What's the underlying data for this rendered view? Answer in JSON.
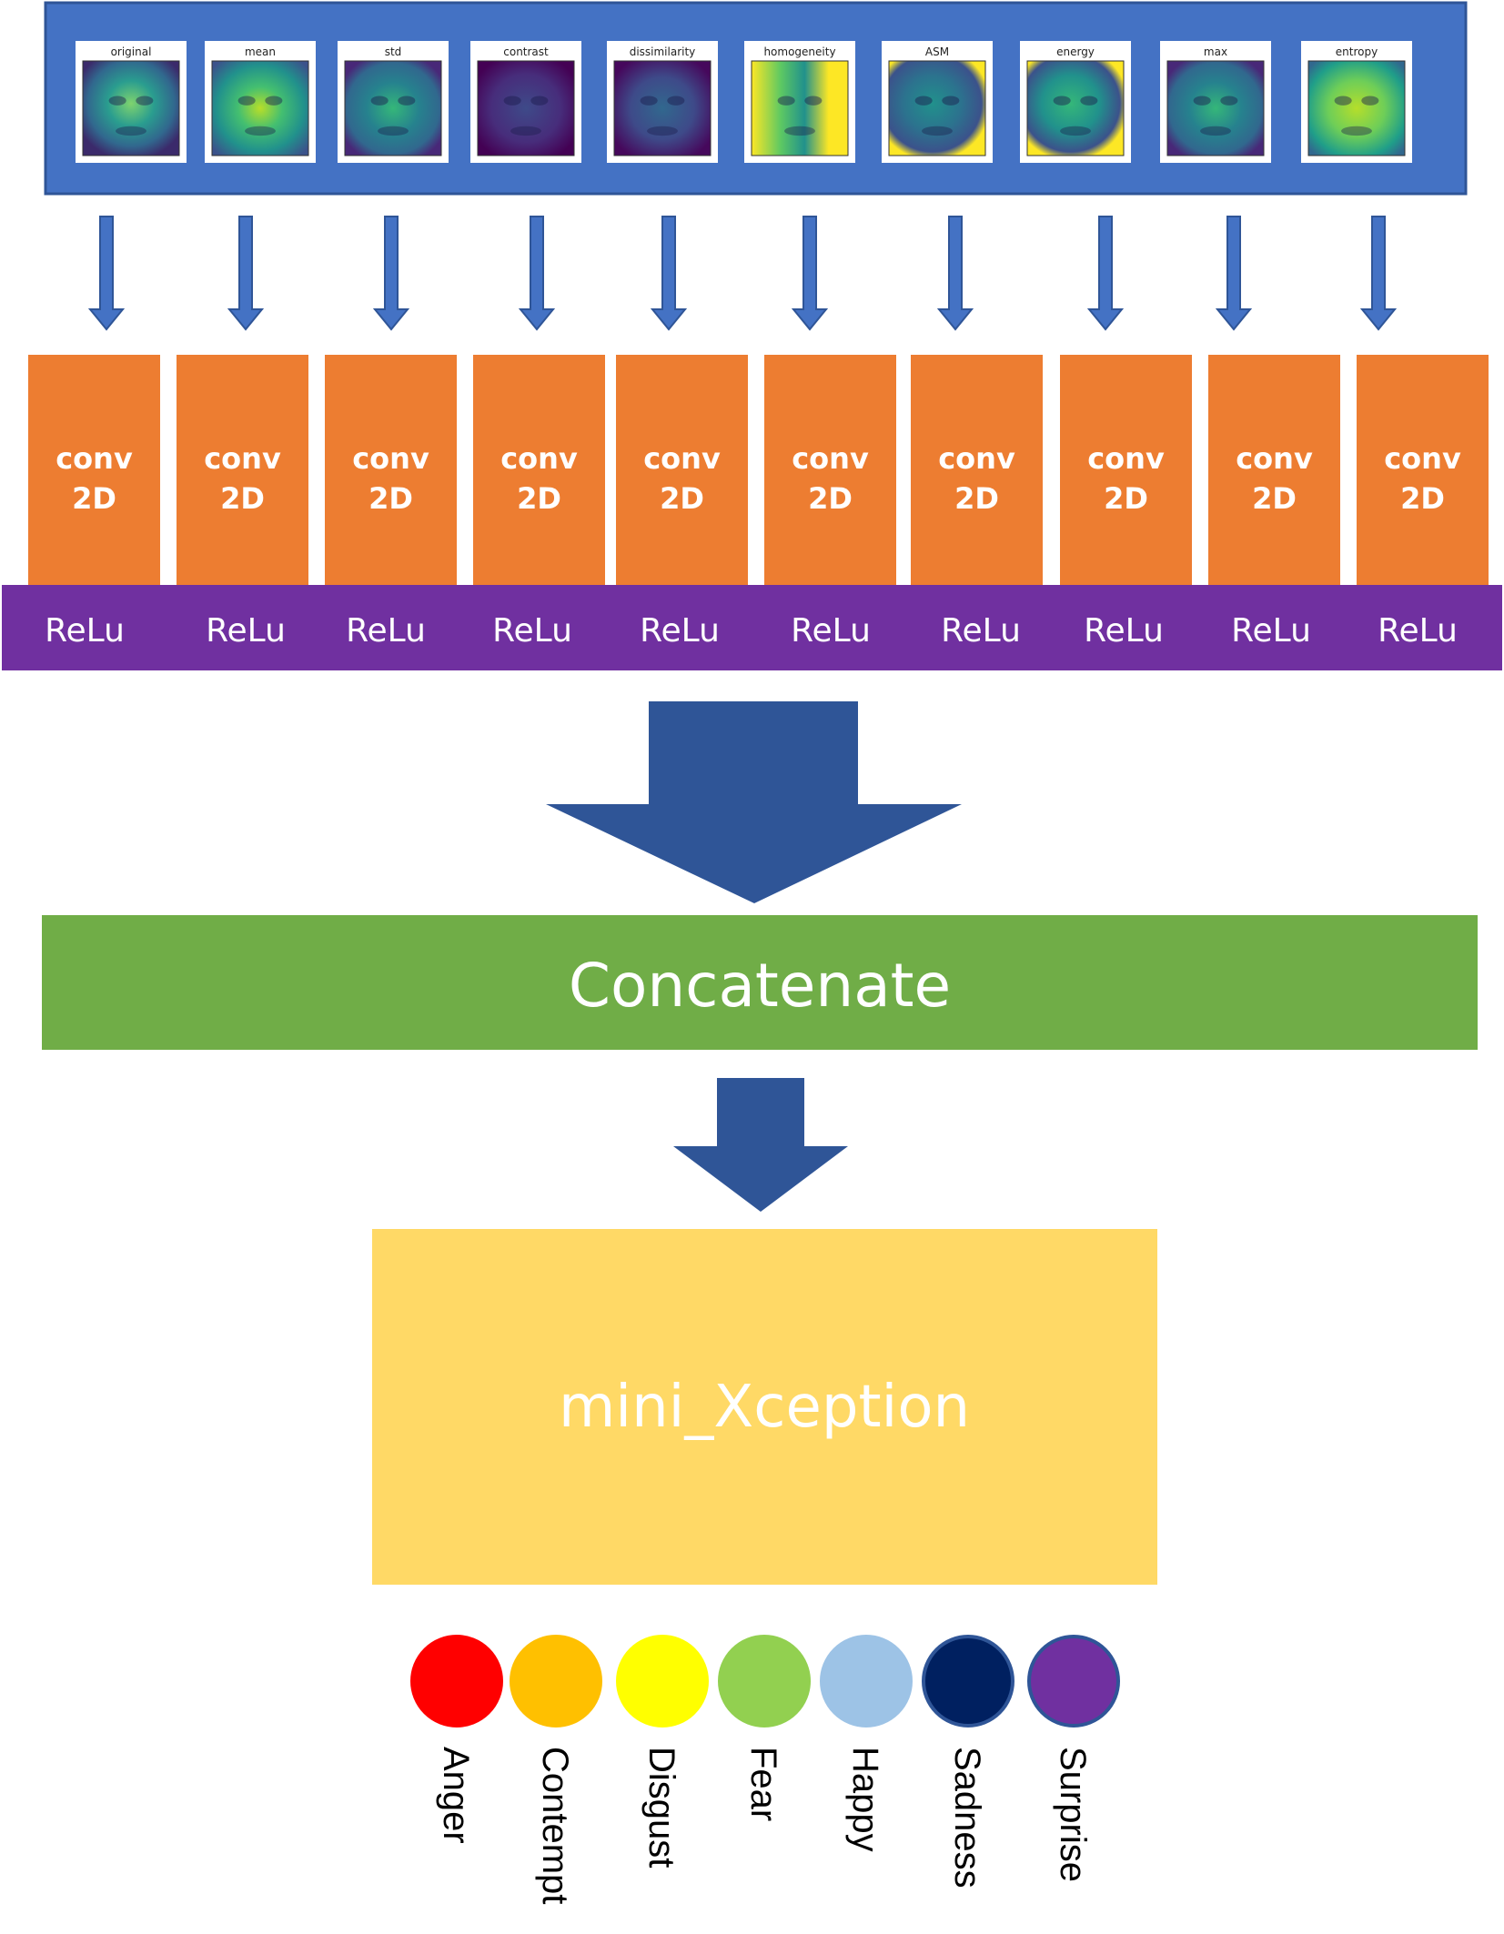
{
  "feature_maps": [
    {
      "title": "original",
      "style": "face"
    },
    {
      "title": "mean",
      "style": "blur"
    },
    {
      "title": "std",
      "style": "edges"
    },
    {
      "title": "contrast",
      "style": "dark"
    },
    {
      "title": "dissimilarity",
      "style": "dark2"
    },
    {
      "title": "homogeneity",
      "style": "bright"
    },
    {
      "title": "ASM",
      "style": "asm"
    },
    {
      "title": "energy",
      "style": "energy"
    },
    {
      "title": "max",
      "style": "edges"
    },
    {
      "title": "entropy",
      "style": "entropy"
    }
  ],
  "conv_label_line1": "conv",
  "conv_label_line2": "2D",
  "relu_label": "ReLu",
  "concatenate_label": "Concatenate",
  "model_label": "mini_Xception",
  "emotions": [
    {
      "label": "Anger",
      "color": "#ff0000",
      "stroke": "#ff0000"
    },
    {
      "label": "Contempt",
      "color": "#ffc000",
      "stroke": "#ffc000"
    },
    {
      "label": "Disgust",
      "color": "#ffff00",
      "stroke": "#ffff00"
    },
    {
      "label": "Fear",
      "color": "#92d050",
      "stroke": "#92d050"
    },
    {
      "label": "Happy",
      "color": "#9dc3e6",
      "stroke": "#9dc3e6"
    },
    {
      "label": "Sadness",
      "color": "#002060",
      "stroke": "#2f5597"
    },
    {
      "label": "Surprise",
      "color": "#7030a0",
      "stroke": "#2f5597"
    }
  ],
  "colors": {
    "input_panel": "#4472c4",
    "input_panel_border": "#2f5597",
    "small_arrow": "#4472c4",
    "small_arrow_border": "#2f5597",
    "conv": "#ed7d31",
    "relu": "#7030a0",
    "concat": "#70ad47",
    "big_arrow": "#2f5597",
    "model": "#ffd966"
  }
}
